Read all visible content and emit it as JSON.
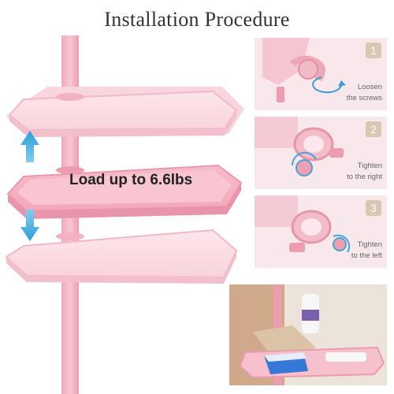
{
  "header": {
    "title": "Installation Procedure"
  },
  "main": {
    "load_label": "Load up to 6.6lbs"
  },
  "steps": [
    {
      "number": "1",
      "line1": "Loosen",
      "line2": "the screws"
    },
    {
      "number": "2",
      "line1": "Tighten",
      "line2": "to the right"
    },
    {
      "number": "3",
      "line1": "Tighten",
      "line2": "to the left"
    }
  ],
  "colors": {
    "tray_pink": "#f6c9d3",
    "arrow_blue": "#29a7e1",
    "badge_tan": "#d8c7b1"
  }
}
